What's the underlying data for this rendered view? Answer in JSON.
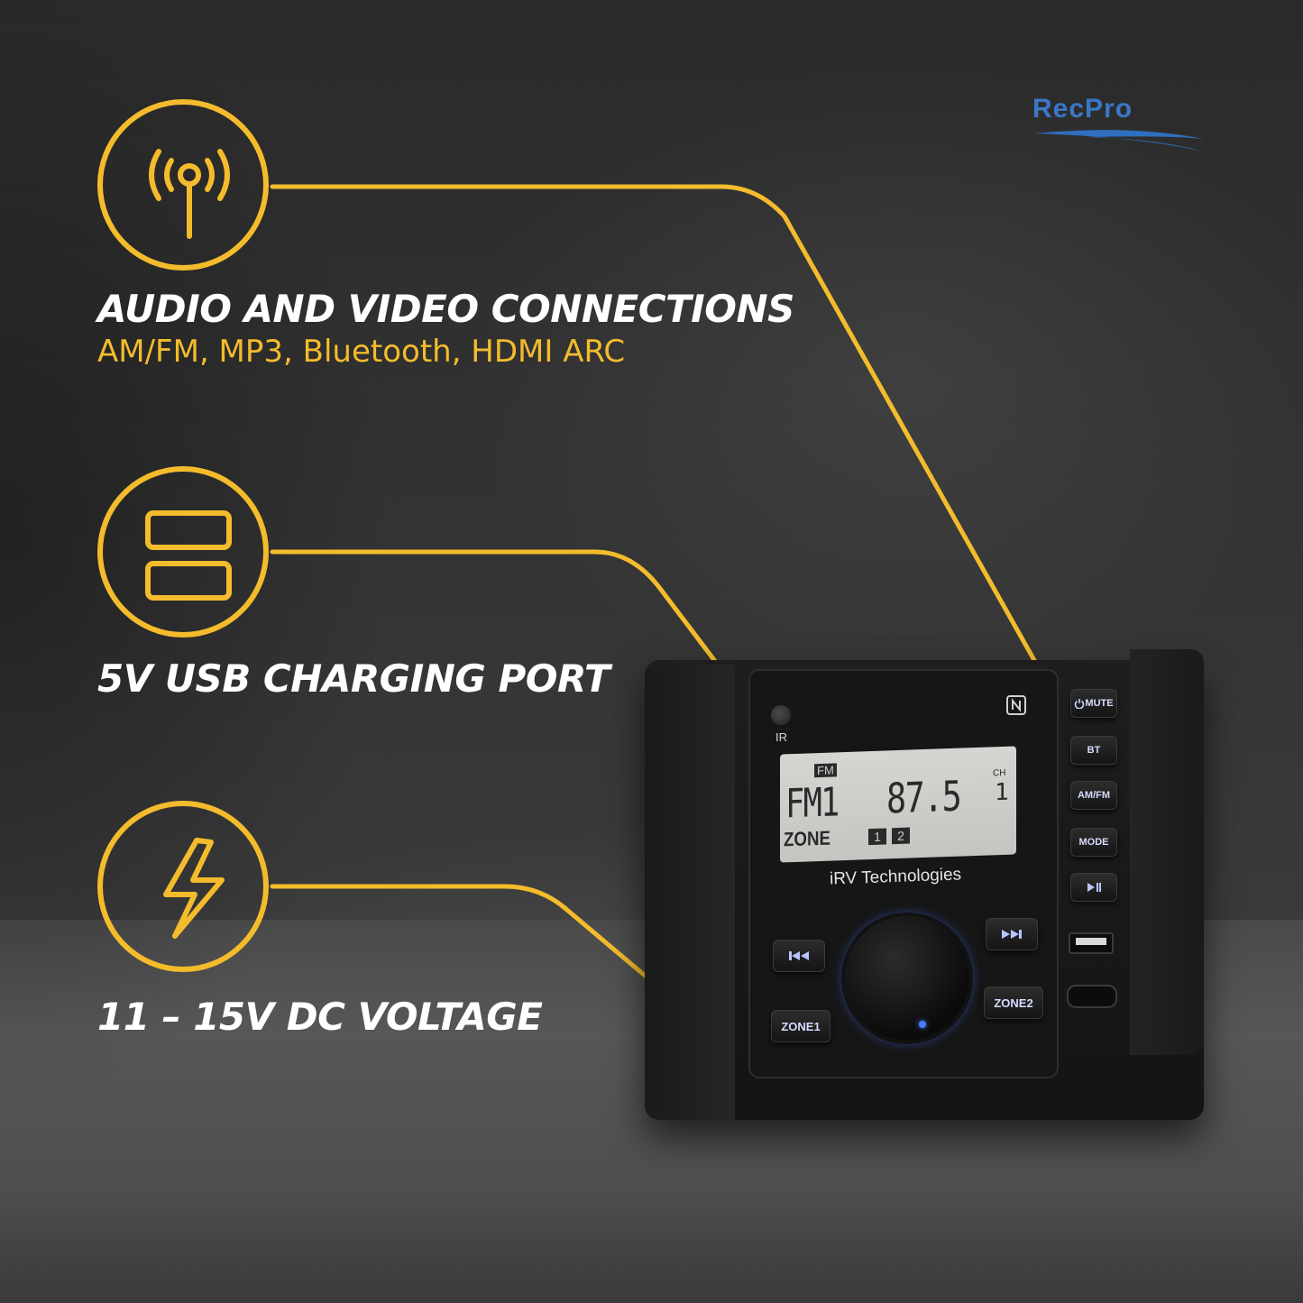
{
  "logo": {
    "text": "RecPro"
  },
  "features": [
    {
      "icon": "antenna-icon",
      "title": "AUDIO AND VIDEO CONNECTIONS",
      "subtitle": "AM/FM, MP3, Bluetooth, HDMI ARC"
    },
    {
      "icon": "usb-ports-icon",
      "title": "5V USB CHARGING PORT"
    },
    {
      "icon": "lightning-bolt-icon",
      "title": "11 – 15V DC VOLTAGE"
    }
  ],
  "device": {
    "ir_label": "IR",
    "display": {
      "band": "FM",
      "source": "FM1",
      "frequency": "87.5",
      "ch_label": "CH",
      "ch_number": "1",
      "zone_label": "ZONE",
      "zone_1": "1",
      "zone_2": "2"
    },
    "brand": "iRV Technologies",
    "buttons": {
      "mute": "MUTE",
      "bt": "BT",
      "amfm": "AM/FM",
      "mode": "MODE",
      "zone1": "ZONE1",
      "zone2": "ZONE2"
    }
  },
  "colors": {
    "accent": "#f4bc2c",
    "logo_blue": "#3a77c8",
    "knob_glow": "#4a7cff"
  }
}
